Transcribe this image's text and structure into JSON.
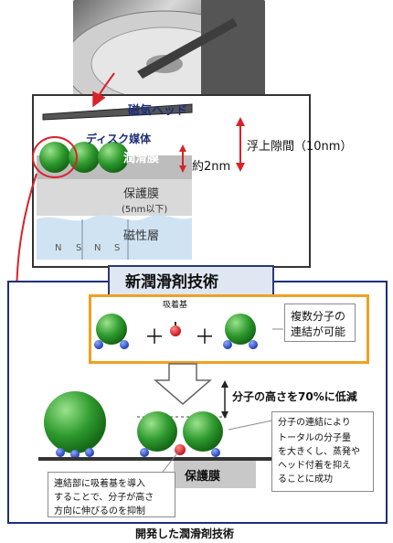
{
  "labels": {
    "magnetic_head": "磁気ヘッド",
    "disk_medium": "ディスク媒体",
    "lubricant_film": "潤滑膜",
    "about_2nm": "約2nm",
    "flying_gap": "浮上隙間（10nm）",
    "protective_film": "保護膜",
    "protective_thickness": "(5nm以下)",
    "magnetic_layer": "磁性層",
    "pole_n": "N",
    "pole_s": "S"
  },
  "section": {
    "title": "新潤滑剤技術",
    "adsorption_group": "吸着基",
    "plus": "＋",
    "multi_link_line1": "複数分子の",
    "multi_link_line2": "連結が可能",
    "height_reduction": "分子の高さを70%に低減",
    "protective_film": "保護膜",
    "note_left": [
      "連結部に吸着基を導入",
      "することで、分子が高さ",
      "方向に伸びるのを抑制"
    ],
    "note_right": [
      "分子の連結により",
      "トータルの分子量",
      "を大きくし、蒸発や",
      "ヘッド付着を抑え",
      "ることに成功"
    ]
  },
  "caption": "開発した潤滑剤技術",
  "colors": {
    "green": "#2e9a2e",
    "blue": "#1f3fae",
    "red": "#d8232a",
    "navy": "#1c2f7a",
    "orange": "#f0a020"
  }
}
